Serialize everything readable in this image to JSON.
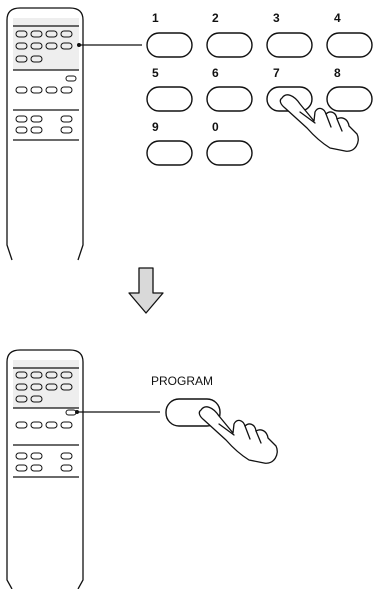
{
  "step1": {
    "number_keys": [
      "1",
      "2",
      "3",
      "4",
      "5",
      "6",
      "7",
      "8",
      "9",
      "0"
    ],
    "pressed_key": "7"
  },
  "step2": {
    "button_label": "PROGRAM"
  }
}
